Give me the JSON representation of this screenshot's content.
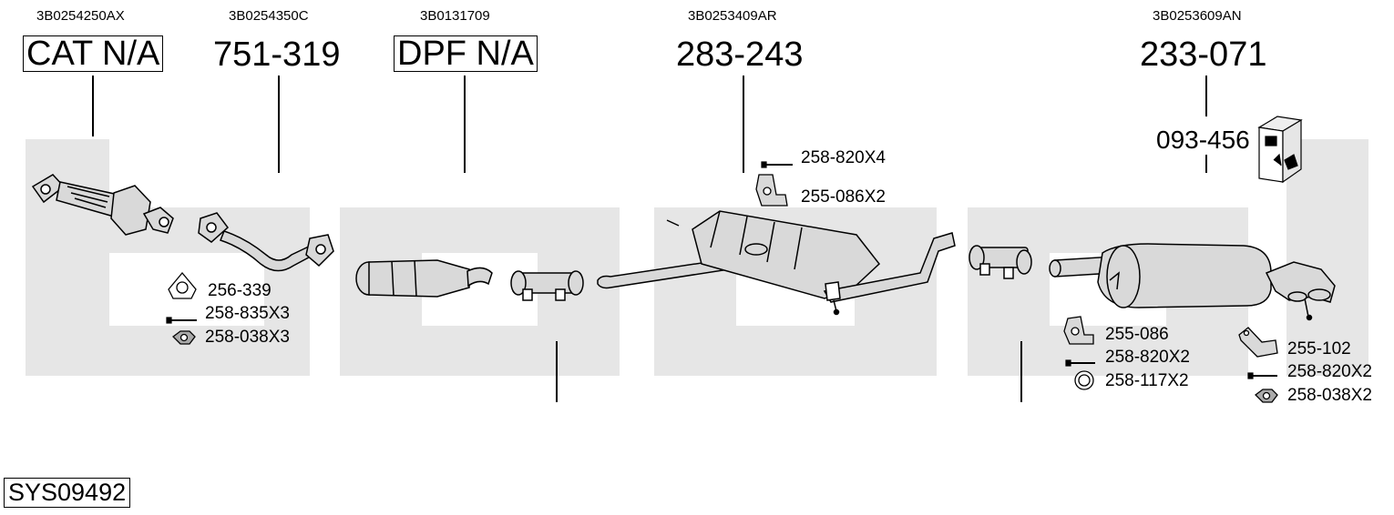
{
  "system_code": "SYS09492",
  "sections": [
    {
      "oem": "3B0254250AX",
      "part": "CAT N/A"
    },
    {
      "oem": "3B0254350C",
      "part": "751-319"
    },
    {
      "oem": "3B0131709",
      "part": "DPF N/A"
    },
    {
      "oem": "3B0253409AR",
      "part": "283-243"
    },
    {
      "oem": "3B0253609AN",
      "part": "233-071"
    }
  ],
  "accessory_kit": "093-456",
  "fittings": [
    {
      "label": "256-339",
      "icon": "gasket-icon"
    },
    {
      "label": "258-835X3",
      "icon": "bolt-icon"
    },
    {
      "label": "258-038X3",
      "icon": "nut-icon"
    },
    {
      "label": "258-820X4",
      "icon": "bolt-icon"
    },
    {
      "label": "255-086X2",
      "icon": "rubber-hanger-icon"
    },
    {
      "label": "255-086",
      "icon": "rubber-hanger-icon"
    },
    {
      "label": "258-820X2",
      "icon": "bolt-icon"
    },
    {
      "label": "258-117X2",
      "icon": "ring-icon"
    },
    {
      "label": "255-102",
      "icon": "bracket-icon"
    },
    {
      "label": "258-820X2",
      "icon": "bolt-icon"
    },
    {
      "label": "258-038X2",
      "icon": "nut-icon"
    }
  ],
  "colors": {
    "watermark": "#e6e6e6",
    "line": "#000000",
    "part_fill": "#d9d9d9"
  }
}
